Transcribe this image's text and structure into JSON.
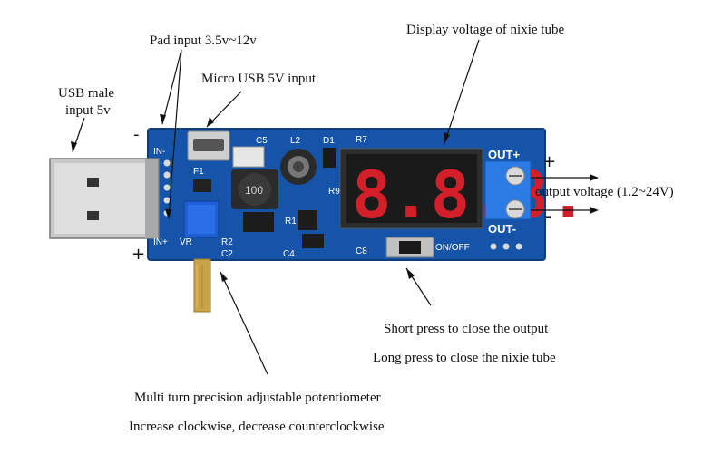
{
  "labels": {
    "pad_input": "Pad input 3.5v~12v",
    "usb_male_line1": "USB male",
    "usb_male_line2": "input 5v",
    "micro_usb": "Micro USB 5V input",
    "display_voltage": "Display voltage of nixie tube",
    "output_voltage": "output voltage (1.2~24V)",
    "short_press": "Short press to close the output",
    "long_press": "Long press to close the nixie tube",
    "pot_line1": "Multi turn precision adjustable potentiometer",
    "pot_line2": "Increase clockwise, decrease counterclockwise"
  },
  "signs": {
    "input_minus": "-",
    "input_plus": "+",
    "output_plus": "+",
    "output_minus": "-"
  },
  "silkscreen": {
    "in_minus": "IN-",
    "in_plus": "IN+",
    "vr": "VR",
    "out_plus": "OUT+",
    "out_minus": "OUT-",
    "on_off": "ON/OFF",
    "inductor_text": "100",
    "l2": "L2",
    "d1": "D1",
    "c5": "C5",
    "f1": "F1",
    "r1": "R1",
    "r2": "R2",
    "r9": "R9",
    "c2": "C2",
    "c4": "C4",
    "c8": "C8",
    "r7": "R7"
  },
  "display": {
    "digits": "8.8.8."
  },
  "colors": {
    "pcb": "#1554a8",
    "display_digit": "#d21f2a",
    "potentiometer": "#1e5fd6",
    "brass": "#c9a347",
    "terminal": "#2c7be5"
  }
}
